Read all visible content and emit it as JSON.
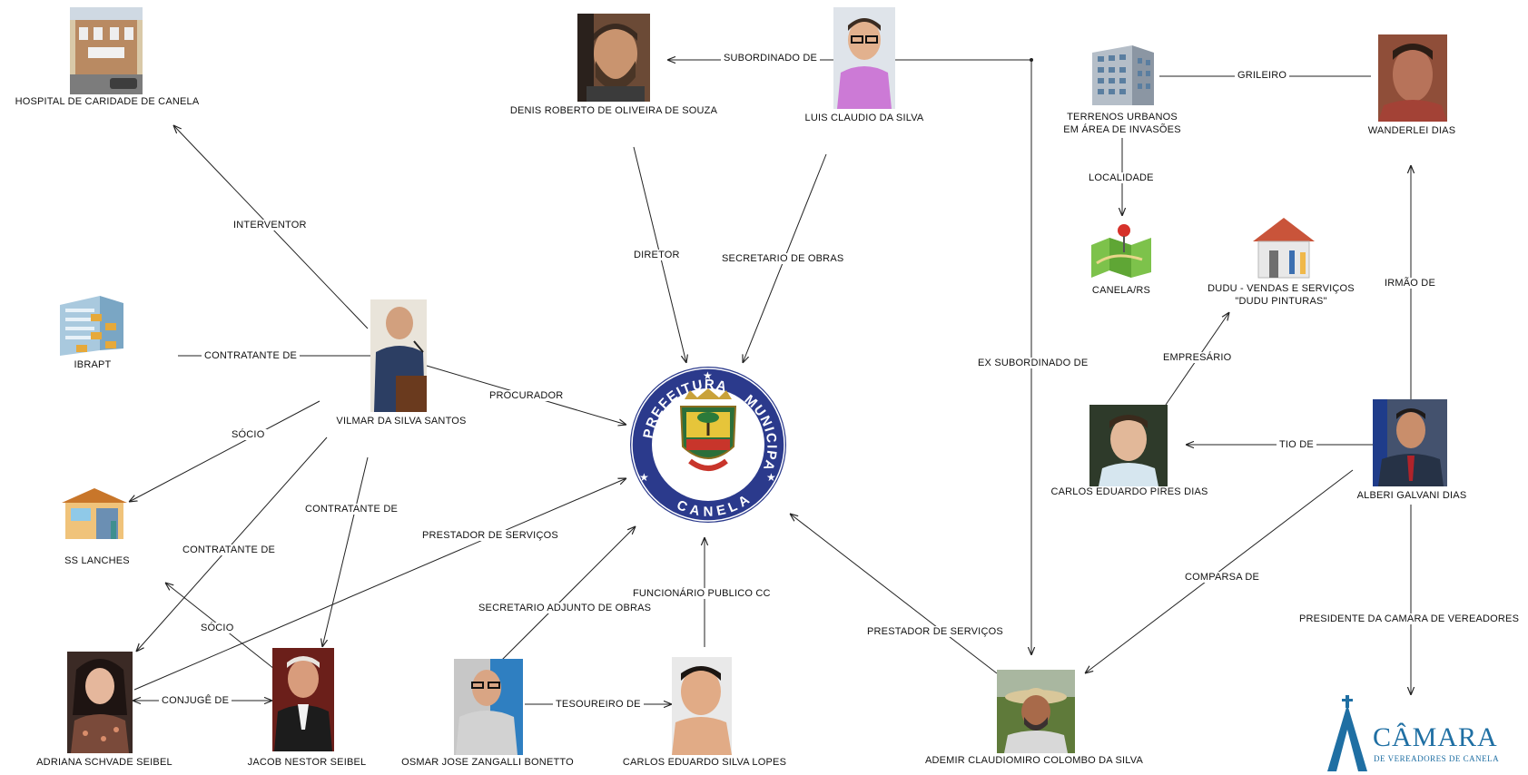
{
  "nodes": {
    "hospital": {
      "label": "HOSPITAL DE CARIDADE DE CANELA",
      "icon": "hospital-building-photo"
    },
    "denis": {
      "label": "DENIS ROBERTO DE OLIVEIRA DE SOUZA",
      "icon": "person-photo"
    },
    "luis": {
      "label": "LUIS CLAUDIO DA SILVA",
      "icon": "person-photo"
    },
    "terrenos": {
      "label_line1": "TERRENOS URBANOS",
      "label_line2": "EM ÁREA DE INVASÕES",
      "icon": "building-icon"
    },
    "wanderlei": {
      "label": "WANDERLEI DIAS",
      "icon": "person-photo"
    },
    "canela_rs": {
      "label": "CANELA/RS",
      "icon": "map-pin-icon"
    },
    "dudu": {
      "label_line1": "DUDU - VENDAS E SERVIÇOS",
      "label_line2": "\"DUDU PINTURAS\"",
      "icon": "hardware-store-icon"
    },
    "ibrapt": {
      "label": "IBRAPT",
      "icon": "organization-icon"
    },
    "vilmar": {
      "label": "VILMAR DA SILVA SANTOS",
      "icon": "person-photo"
    },
    "prefeitura": {
      "top_text": "PREFEITURA",
      "right_text": "MUNICIPAL",
      "bottom_text": "CANELA",
      "icon": "municipal-seal"
    },
    "carlos_pires": {
      "label": "CARLOS EDUARDO PIRES DIAS",
      "icon": "person-photo"
    },
    "alberi": {
      "label": "ALBERI GALVANI DIAS",
      "icon": "person-photo"
    },
    "ss_lanches": {
      "label": "SS LANCHES",
      "icon": "shop-icon"
    },
    "adriana": {
      "label": "ADRIANA SCHVADE SEIBEL",
      "icon": "person-photo"
    },
    "jacob": {
      "label": "JACOB NESTOR SEIBEL",
      "icon": "person-photo"
    },
    "osmar": {
      "label": "OSMAR JOSE ZANGALLI BONETTO",
      "icon": "person-photo"
    },
    "carlos_lopes": {
      "label": "CARLOS EDUARDO SILVA LOPES",
      "icon": "person-photo"
    },
    "ademir": {
      "label": "ADEMIR CLAUDIOMIRO COLOMBO DA SILVA",
      "icon": "person-photo"
    },
    "camara": {
      "title": "CÂMARA",
      "subtitle": "DE VEREADORES DE CANELA",
      "icon": "camara-logo"
    }
  },
  "edges": [
    {
      "id": "e1",
      "label": "SUBORDINADO DE"
    },
    {
      "id": "e2",
      "label": "GRILEIRO"
    },
    {
      "id": "e3",
      "label": "INTERVENTOR"
    },
    {
      "id": "e4",
      "label": "DIRETOR"
    },
    {
      "id": "e5",
      "label": "SECRETARIO DE OBRAS"
    },
    {
      "id": "e6",
      "label": "LOCALIDADE"
    },
    {
      "id": "e7",
      "label": "IRMÃO DE"
    },
    {
      "id": "e8",
      "label": "CONTRATANTE DE"
    },
    {
      "id": "e9",
      "label": "EX SUBORDINADO DE"
    },
    {
      "id": "e10",
      "label": "EMPRESÁRIO"
    },
    {
      "id": "e11",
      "label": "PROCURADOR"
    },
    {
      "id": "e12",
      "label": "SÓCIO"
    },
    {
      "id": "e13",
      "label": "TIO DE"
    },
    {
      "id": "e14",
      "label": "CONTRATANTE DE"
    },
    {
      "id": "e15",
      "label": "CONTRATANTE DE"
    },
    {
      "id": "e16",
      "label": "PRESTADOR DE SERVIÇOS"
    },
    {
      "id": "e17",
      "label": "COMPARSA DE"
    },
    {
      "id": "e18",
      "label": "FUNCIONÁRIO PUBLICO CC"
    },
    {
      "id": "e19",
      "label": "SECRETARIO ADJUNTO DE OBRAS"
    },
    {
      "id": "e20",
      "label": "SÓCIO"
    },
    {
      "id": "e21",
      "label": "PRESTADOR DE SERVIÇOS"
    },
    {
      "id": "e22",
      "label": "PRESIDENTE DA CAMARA DE VEREADORES"
    },
    {
      "id": "e23",
      "label": "CONJUGÊ DE"
    },
    {
      "id": "e24",
      "label": "TESOUREIRO DE"
    }
  ],
  "colors": {
    "line": "#222222",
    "seal_blue": "#2b3a8c",
    "camara_blue": "#1f6fa3"
  }
}
